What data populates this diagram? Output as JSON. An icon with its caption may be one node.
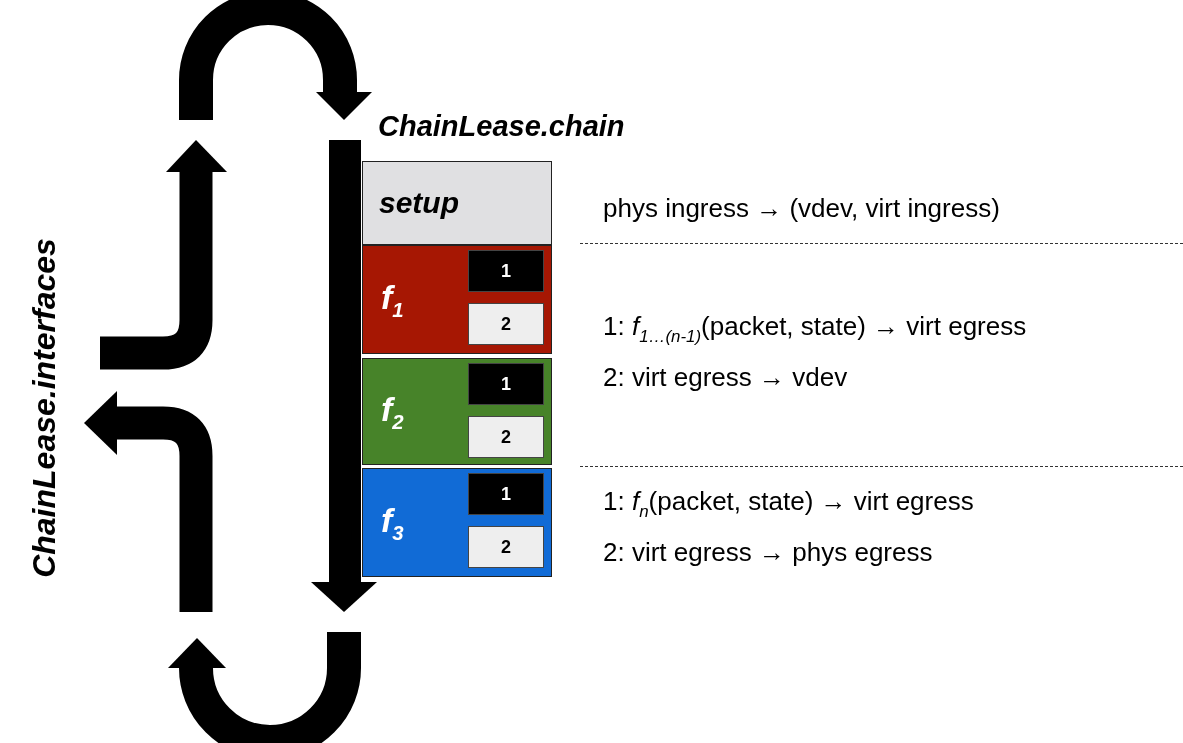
{
  "diagram": {
    "nodes": [
      {
        "text": [
          "ChainLease.chain"
        ]
      },
      {
        "text": [
          "setup"
        ]
      },
      {
        "text": [
          "f$_{1}$"
        ]
      },
      {
        "text": [
          "1"
        ],
        "in": 2
      },
      {
        "text": [
          "2"
        ],
        "in": 2
      },
      {
        "text": [
          "f$_{2}$"
        ]
      },
      {
        "text": [
          "1"
        ],
        "in": 5
      },
      {
        "text": [
          "2"
        ],
        "in": 5
      },
      {
        "text": [
          "f$_{3}$"
        ]
      },
      {
        "text": [
          "1"
        ],
        "in": 8
      },
      {
        "text": [
          "2"
        ],
        "in": 8
      }
    ],
    "labels": [
      "ChainLease.interfaces",
      "phys ingress → (vdev, virt ingress)",
      "1: *f*$_{1…(n-1)}$(packet, state) → virt egress",
      "2: virt egress → vdev",
      "1: *f*$_{n}$(packet, state) → virt egress",
      "2: virt egress → phys egress"
    ]
  }
}
